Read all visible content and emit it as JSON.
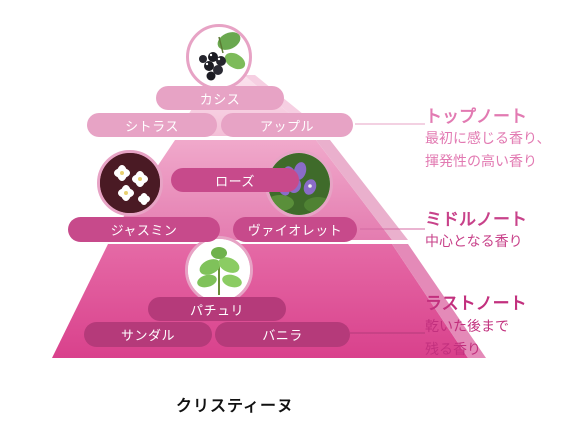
{
  "product_name": "クリスティーヌ",
  "top_note": {
    "heading": "トップノート",
    "description": "最初に感じる香り、\n揮発性の高い香り",
    "color": "#e27ab2",
    "ingredients": [
      "カシス",
      "シトラス",
      "アップル"
    ]
  },
  "middle_note": {
    "heading": "ミドルノート",
    "description": "中心となる香り",
    "color": "#c8428a",
    "ingredients": [
      "ローズ",
      "ジャスミン",
      "ヴァイオレット"
    ]
  },
  "base_note": {
    "heading": "ラストノート",
    "description": "乾いた後まで\n残る香り",
    "color": "#c2307e",
    "ingredients": [
      "パチュリ",
      "サンダル",
      "バニラ"
    ]
  },
  "images": {
    "top": "blackcurrant-icon",
    "middle_left": "jasmine-flower-icon",
    "middle_right": "violet-flower-icon",
    "base": "patchouli-leaf-icon"
  }
}
